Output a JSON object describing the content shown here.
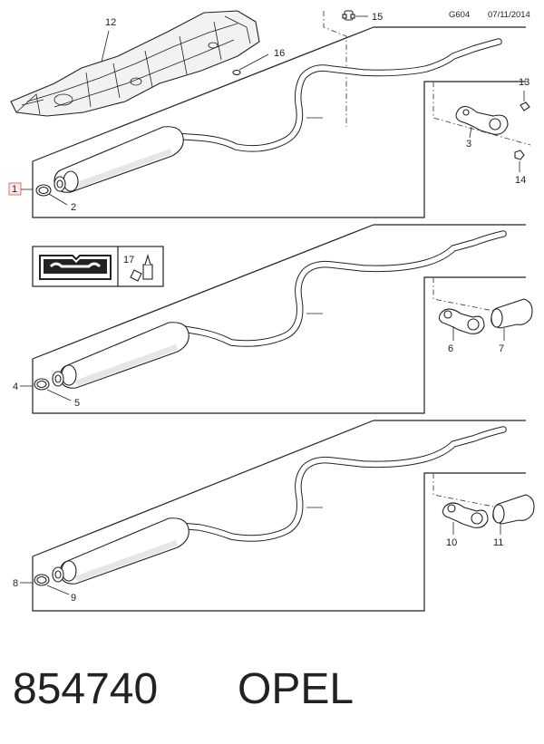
{
  "header": {
    "code": "G604",
    "date": "07/11/2014"
  },
  "callouts": {
    "p1": "1",
    "p2": "2",
    "p3": "3",
    "p4": "4",
    "p5": "5",
    "p6": "6",
    "p7": "7",
    "p8": "8",
    "p9": "9",
    "p10": "10",
    "p11": "11",
    "p12": "12",
    "p13": "13",
    "p14": "14",
    "p15": "15",
    "p16": "16",
    "p17": "17"
  },
  "footer": {
    "part_number": "854740",
    "brand": "OPEL"
  },
  "colors": {
    "line": "#222222",
    "highlight_box": "#e07070",
    "shade": "#e6e6e6"
  },
  "icons": [
    "heat-shield-icon",
    "manual-book-icon",
    "sealant-tube-icon",
    "clamp-icon",
    "hanger-icon"
  ]
}
